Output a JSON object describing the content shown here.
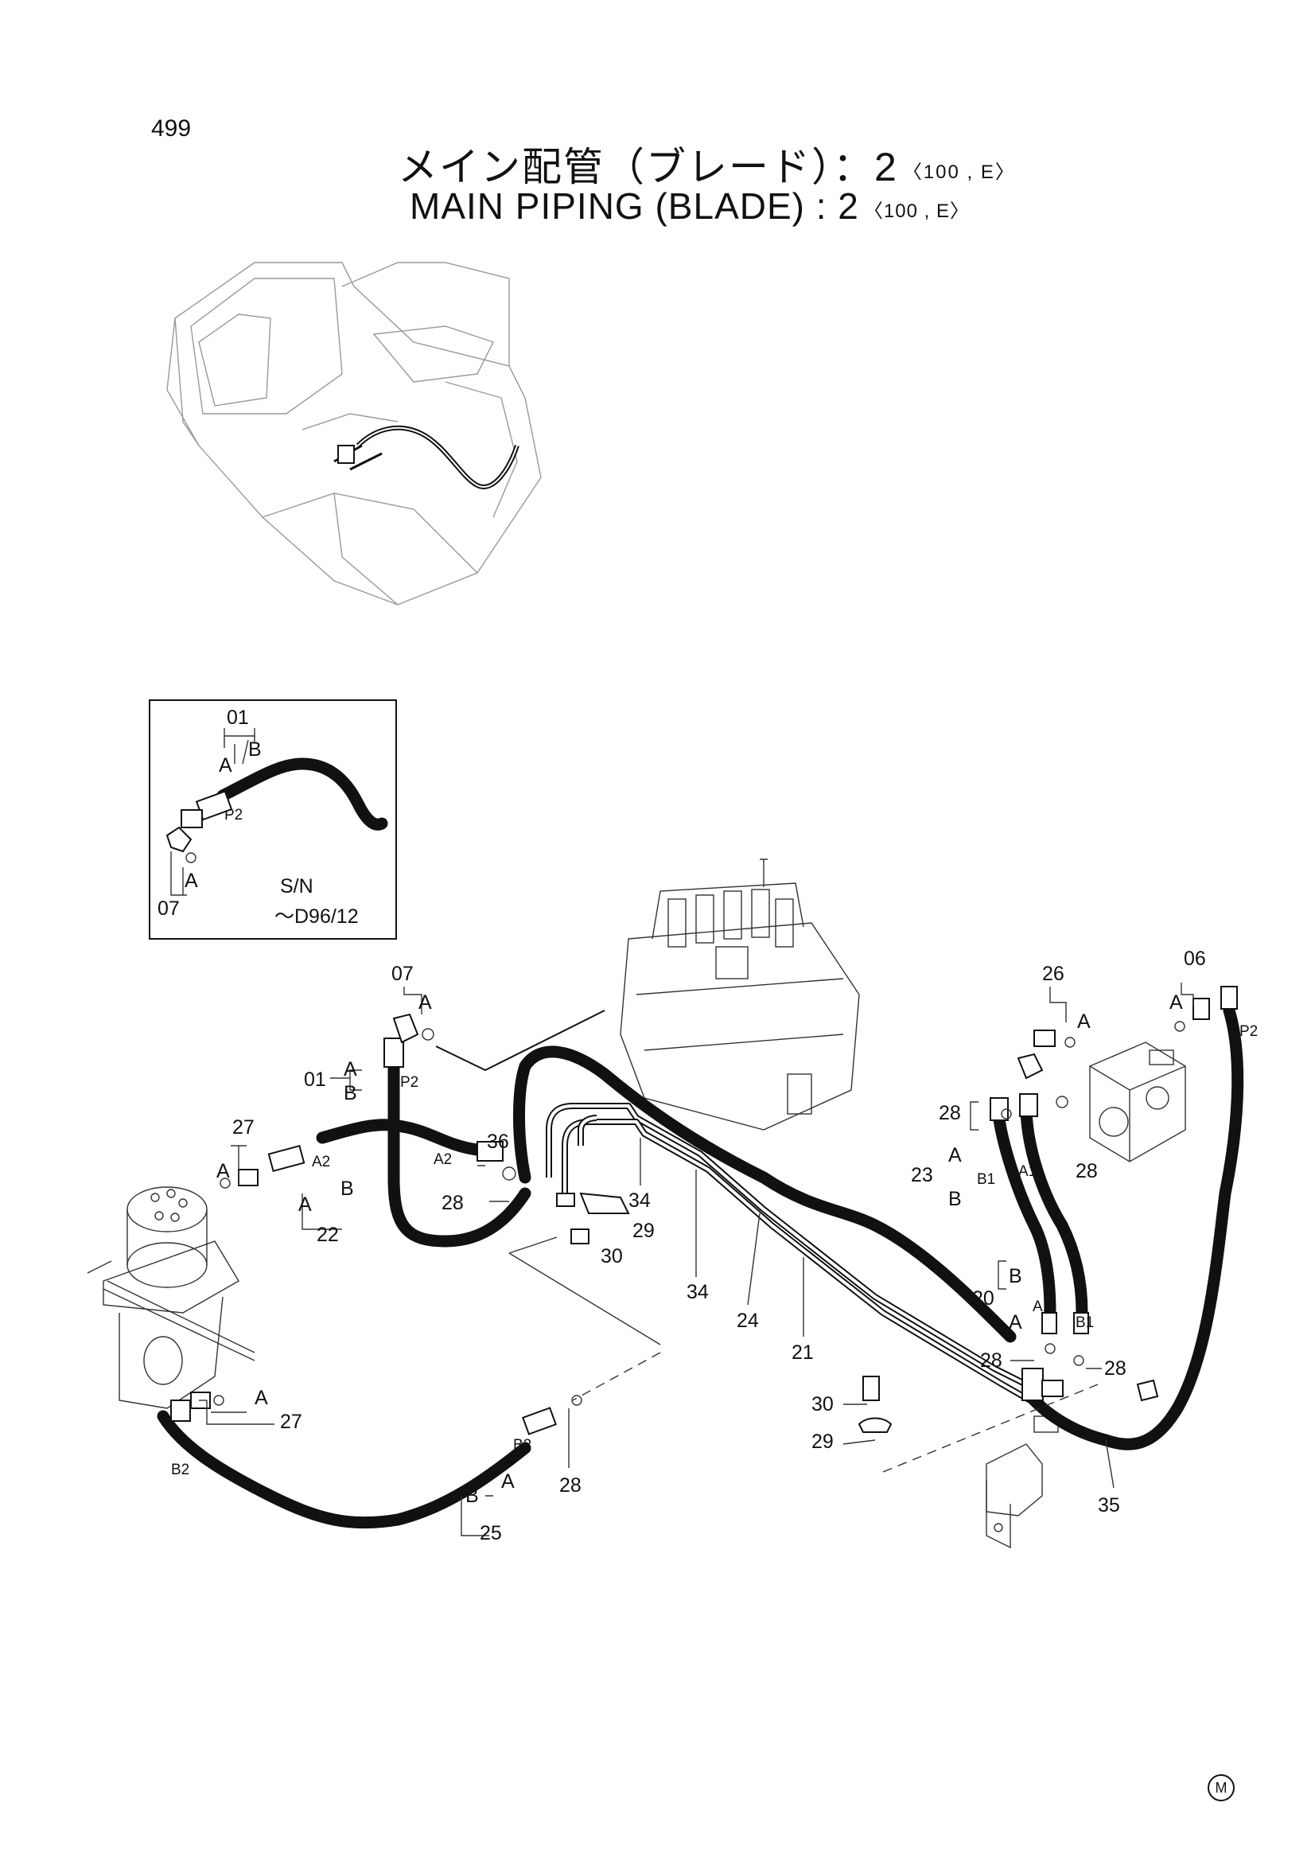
{
  "page_number": "499",
  "title_jp": "メイン配管（ブレード）：2",
  "title_en": "MAIN PIPING (BLADE) : 2",
  "title_suffix": "〈100 , E〉",
  "inset": {
    "labels": [
      "01",
      "A",
      "B",
      "P2",
      "A",
      "07"
    ],
    "sn_label": "S/N",
    "sn_value": "～D96/12"
  },
  "callouts": {
    "c07": "07",
    "cA07": "A",
    "c01": "01",
    "cA01": "A",
    "cB01": "B",
    "cP2a": "P2",
    "c27a": "27",
    "cA27a": "A",
    "cA2a": "A2",
    "cA22": "A",
    "cB22": "B",
    "c22": "22",
    "cA2b": "A2",
    "c36": "36",
    "c28a": "28",
    "c34a": "34",
    "c29a": "29",
    "c30a": "30",
    "c34b": "34",
    "c24": "24",
    "c21": "21",
    "c26": "26",
    "cA26": "A",
    "c06": "06",
    "cA06": "A",
    "cP2b": "P2",
    "c28b": "28",
    "c28c": "28",
    "c23": "23",
    "cA23": "A",
    "cB1a": "B1",
    "cB23": "B",
    "cA1a": "A1",
    "c20": "20",
    "cB20": "B",
    "cA20": "A",
    "cA1b": "A1",
    "cB1b": "B1",
    "c28d": "28",
    "c28e": "28",
    "c30b": "30",
    "c29b": "29",
    "c35": "35",
    "cA27b": "A",
    "c27b": "27",
    "cB2a": "B2",
    "cB2b": "B2",
    "cA25": "A",
    "cB25": "B",
    "c25": "25",
    "c28f": "28"
  },
  "mark": "M"
}
